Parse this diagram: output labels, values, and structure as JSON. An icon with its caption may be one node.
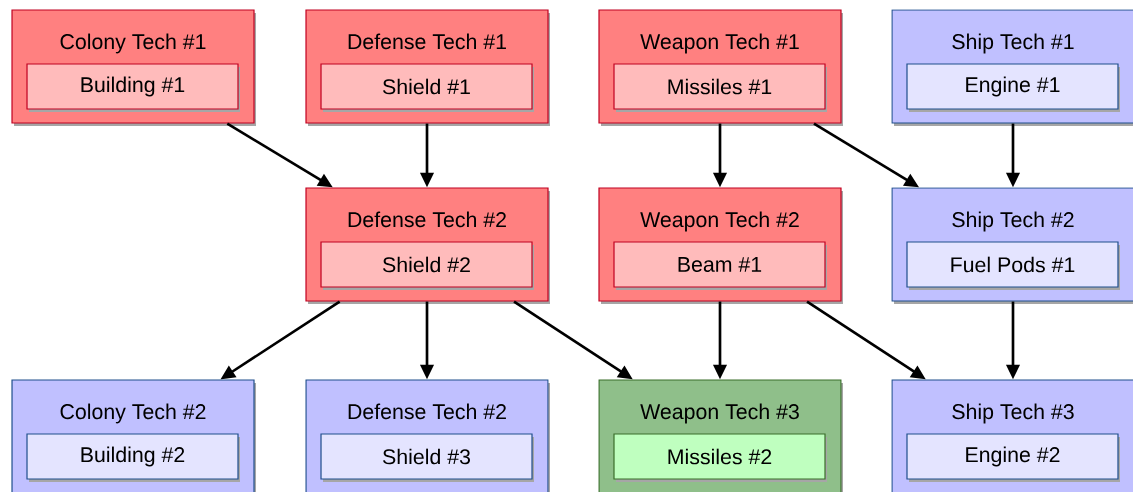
{
  "diagram": {
    "nodes": [
      {
        "text": [
          "Colony Tech #1"
        ]
      },
      {
        "text": [
          "Building #1"
        ],
        "in": 0
      },
      {
        "text": [
          "Defense Tech #1"
        ]
      },
      {
        "text": [
          "Shield #1"
        ],
        "in": 2
      },
      {
        "text": [
          "Weapon Tech #1"
        ]
      },
      {
        "text": [
          "Missiles #1"
        ],
        "in": 4
      },
      {
        "text": [
          "Ship Tech #1"
        ]
      },
      {
        "text": [
          "Engine #1"
        ],
        "in": 6
      },
      {
        "text": [
          "Defense Tech #2"
        ]
      },
      {
        "text": [
          "Shield #2"
        ],
        "in": 8
      },
      {
        "text": [
          "Weapon Tech #2"
        ]
      },
      {
        "text": [
          "Beam #1"
        ],
        "in": 10
      },
      {
        "text": [
          "Ship Tech #2"
        ]
      },
      {
        "text": [
          "Fuel Pods #1"
        ],
        "in": 12
      },
      {
        "text": [
          "Colony Tech #2"
        ]
      },
      {
        "text": [
          "Building #2"
        ],
        "in": 14
      },
      {
        "text": [
          "Defense Tech #2"
        ]
      },
      {
        "text": [
          "Shield #3"
        ],
        "in": 16
      },
      {
        "text": [
          "Weapon Tech #3"
        ]
      },
      {
        "text": [
          "Missiles #2"
        ],
        "in": 18
      },
      {
        "text": [
          "Ship Tech #3"
        ]
      },
      {
        "text": [
          "Engine #2"
        ],
        "in": 20
      }
    ],
    "edges": [
      {
        "from": 0,
        "to": 8,
        "arrow": "to"
      },
      {
        "from": 2,
        "to": 8,
        "arrow": "to"
      },
      {
        "from": 4,
        "to": 10,
        "arrow": "to"
      },
      {
        "from": 4,
        "to": 12,
        "arrow": "to"
      },
      {
        "from": 6,
        "to": 12,
        "arrow": "to"
      },
      {
        "from": 8,
        "to": 14,
        "arrow": "to"
      },
      {
        "from": 8,
        "to": 16,
        "arrow": "to"
      },
      {
        "from": 8,
        "to": 18,
        "arrow": "to"
      },
      {
        "from": 10,
        "to": 18,
        "arrow": "to"
      },
      {
        "from": 10,
        "to": 20,
        "arrow": "to"
      },
      {
        "from": 12,
        "to": 20,
        "arrow": "to"
      }
    ]
  }
}
